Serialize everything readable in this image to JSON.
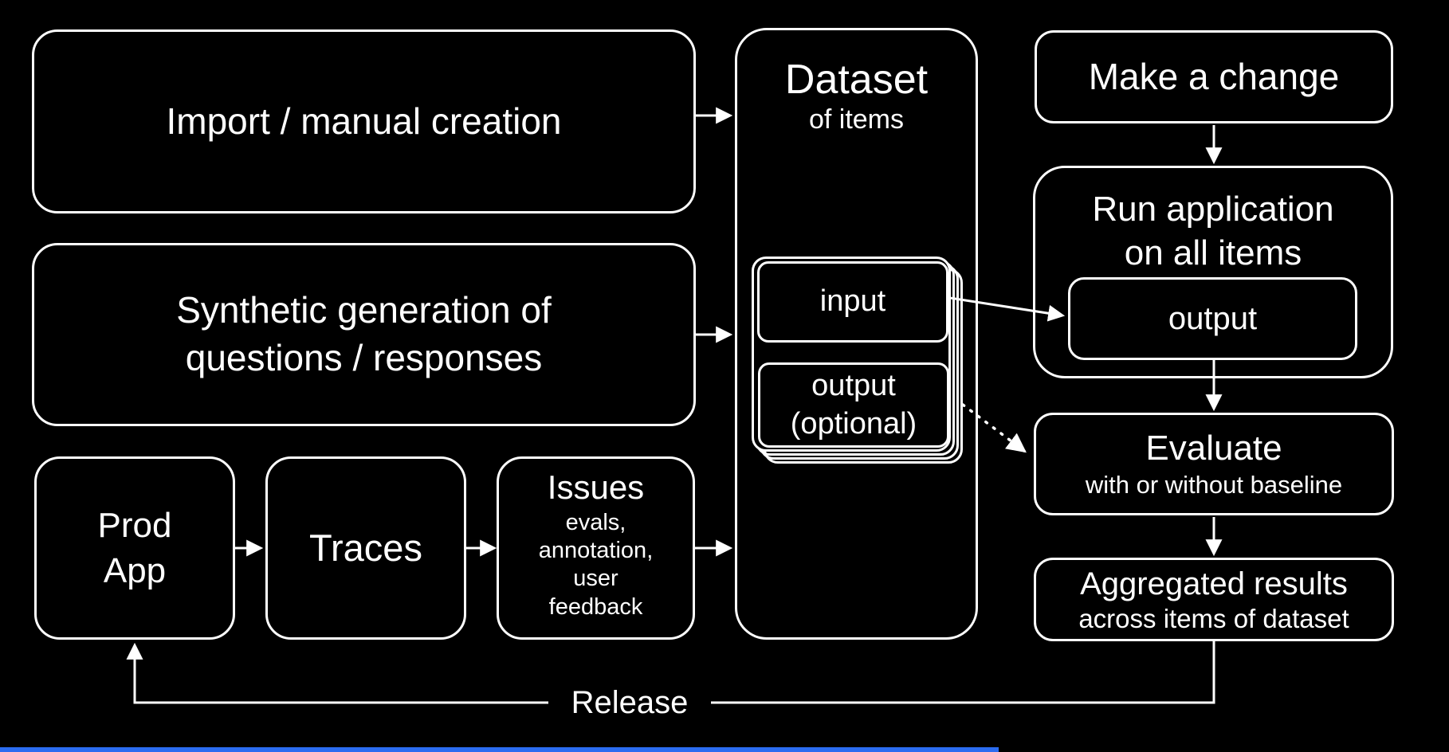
{
  "colors": {
    "background": "#000000",
    "line": "#ffffff",
    "text": "#ffffff",
    "progress_bar": "#2b6cf0"
  },
  "nodes": {
    "import": {
      "title": "Import / manual creation"
    },
    "synthetic": {
      "title_lines": [
        "Synthetic generation of",
        "questions / responses"
      ]
    },
    "prod_app": {
      "title_lines": [
        "Prod",
        "App"
      ]
    },
    "traces": {
      "title": "Traces"
    },
    "issues": {
      "title": "Issues",
      "sub_lines": [
        "evals,",
        "annotation,",
        "user",
        "feedback"
      ]
    },
    "dataset": {
      "title": "Dataset",
      "subtitle": "of items",
      "item": {
        "input_label": "input",
        "output_lines": [
          "output",
          "(optional)"
        ]
      }
    },
    "make_change": {
      "title": "Make a change"
    },
    "run_app": {
      "title_lines": [
        "Run application",
        "on all items"
      ],
      "output_label": "output"
    },
    "evaluate": {
      "title": "Evaluate",
      "subtitle": "with or without baseline"
    },
    "aggregated": {
      "title_lines": [
        "Aggregated results",
        "across items of dataset"
      ]
    }
  },
  "edges": {
    "release_label": "Release"
  }
}
